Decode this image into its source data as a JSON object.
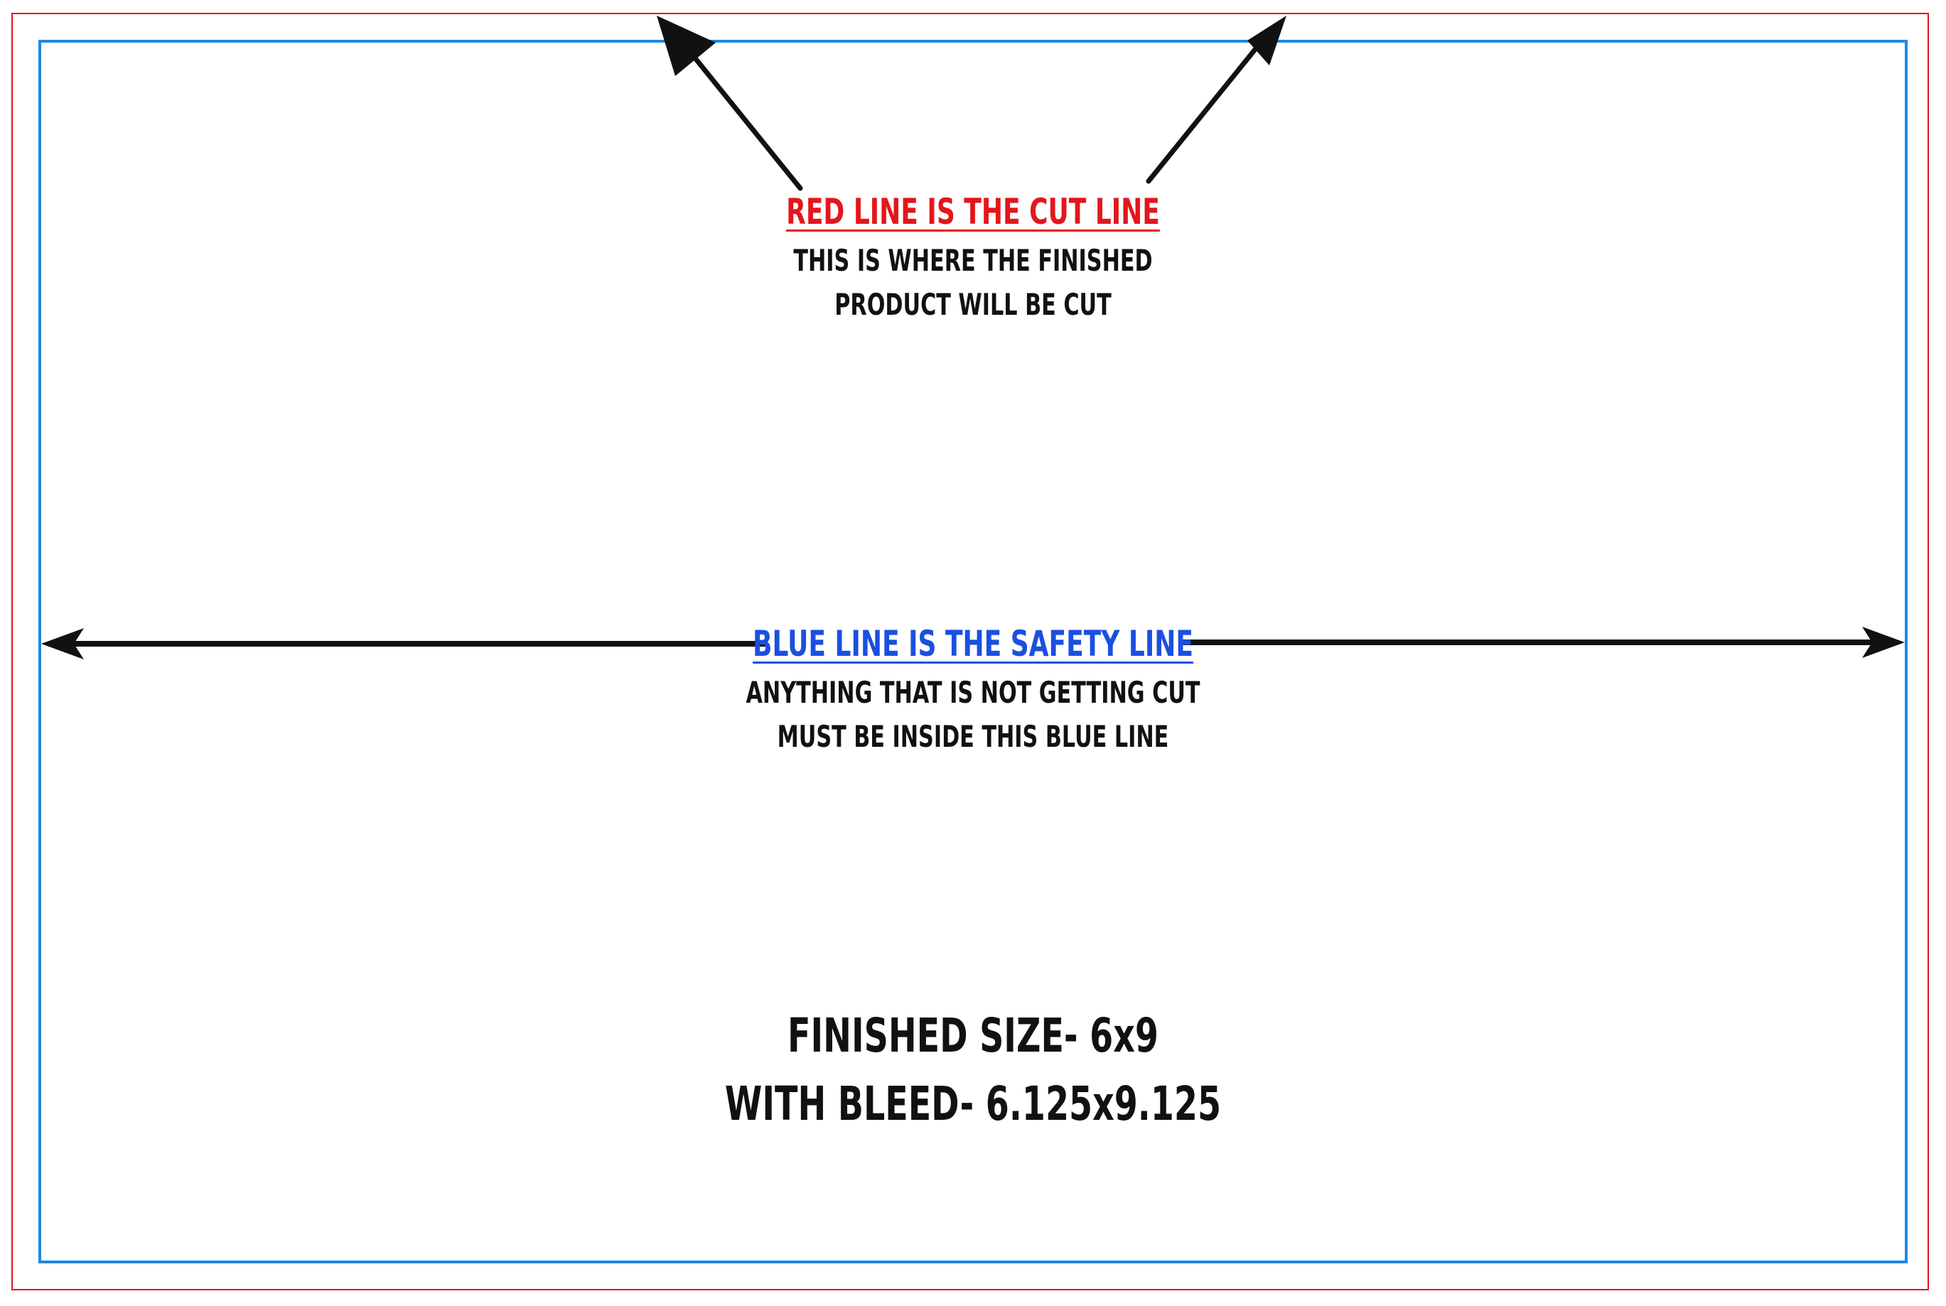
{
  "colors": {
    "cut_line": "#e3161b",
    "safety_line": "#1e88e5",
    "cut_heading": "#e3161b",
    "safety_heading": "#1a4fe0",
    "arrows": "#111111",
    "text": "#111111"
  },
  "cut": {
    "heading": "RED LINE IS THE CUT LINE",
    "line1": "THIS IS WHERE THE FINISHED",
    "line2": "PRODUCT WILL BE CUT"
  },
  "safety": {
    "heading": "BLUE LINE IS THE SAFETY LINE",
    "line1": "ANYTHING THAT IS NOT GETTING CUT",
    "line2": "MUST BE INSIDE THIS BLUE LINE"
  },
  "size": {
    "finished": "FINISHED SIZE- 6x9",
    "bleed": "WITH BLEED- 6.125x9.125"
  }
}
